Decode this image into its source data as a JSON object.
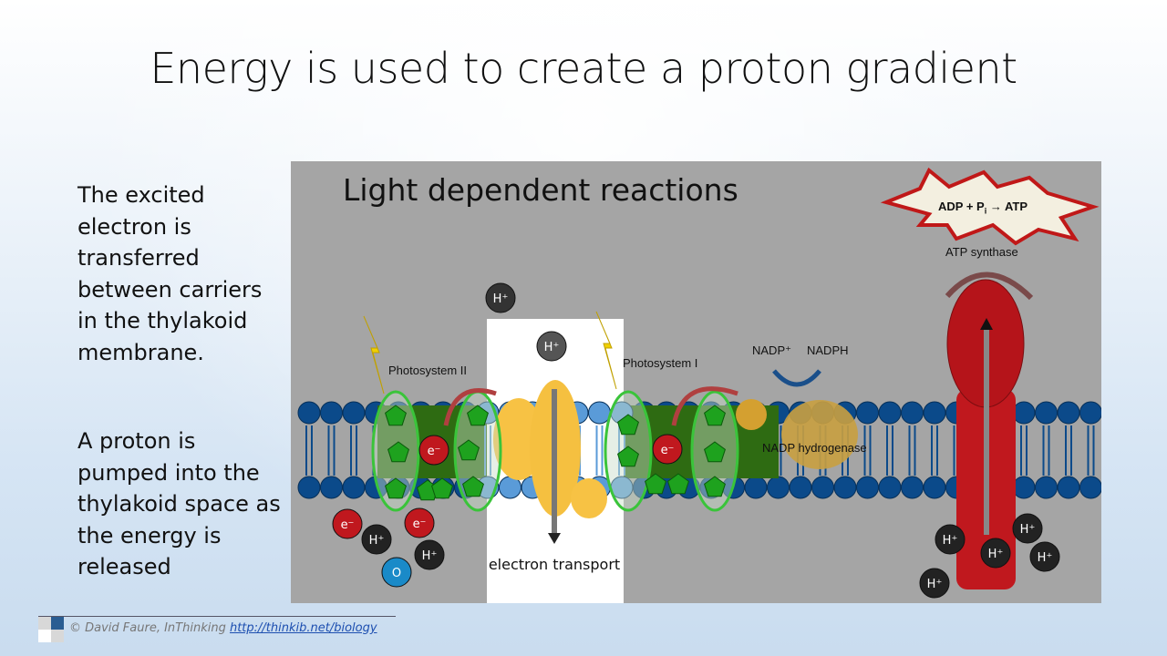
{
  "slide": {
    "title": "Energy is used to create a proton gradient",
    "bullets": [
      "The excited electron is transferred between carriers in the thylakoid membrane.",
      "A proton is pumped into the thylakoid space as the energy is released"
    ]
  },
  "diagram": {
    "title": "Light dependent reactions",
    "equation": "ADP + Pi → ATP",
    "equation_parts": {
      "left": "ADP + P",
      "sub": "i",
      "right": "→ ATP"
    },
    "labels": {
      "ps2": "Photosystem II",
      "ps1": "Photosystem I",
      "nadp_plus": "NADP⁺",
      "nadph": "NADPH",
      "nadp_hydrogenase": "NADP hydrogenase",
      "atp_synthase": "ATP synthase",
      "electron_transport": "electron transport"
    },
    "particles": {
      "proton": "H⁺",
      "electron": "e⁻",
      "oxygen": "O"
    }
  },
  "footer": {
    "credit": "© David Faure, InThinking ",
    "link": "http://thinkib.net/biology"
  },
  "colors": {
    "membrane_head": "#0b4a8a",
    "ps_green": "#2e6b12",
    "atp_red": "#c0181e",
    "panel": "#a5a5a5"
  }
}
